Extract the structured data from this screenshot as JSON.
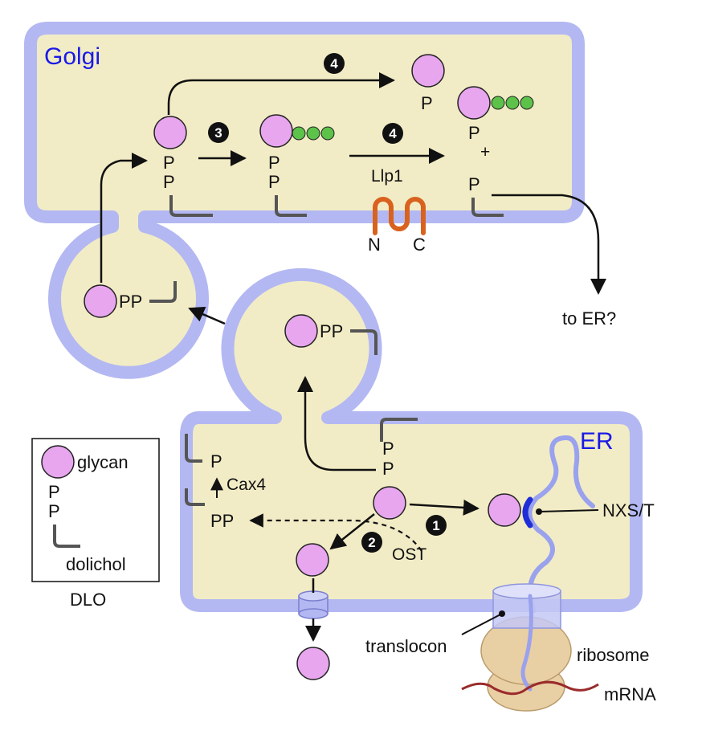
{
  "compartments": {
    "golgi_label": "Golgi",
    "er_label": "ER"
  },
  "phospho": {
    "p": "P",
    "pp": "PP",
    "plus": "+"
  },
  "labels": {
    "llp1": "Llp1",
    "n_term": "N",
    "c_term": "C",
    "to_er": "to ER?",
    "cax4": "Cax4",
    "ost": "OST",
    "nxst": "NXS/T",
    "translocon": "translocon",
    "ribosome": "ribosome",
    "mrna": "mRNA"
  },
  "steps": [
    "1",
    "2",
    "3",
    "4"
  ],
  "legend": {
    "glycan": "glycan",
    "dolichol": "dolichol",
    "title": "DLO"
  },
  "colors": {
    "membrane": "#b3b8f2",
    "lumen": "#f2ecc6",
    "glycan": "#e7a6ee",
    "green_sugar": "#5cc24a",
    "llp1_protein": "#d9621e",
    "translocon_blue": "#1f2ed6",
    "ribosome": "#e9cfa4",
    "mrna": "#9b2b2b",
    "dolichol": "#555555",
    "title_blue": "#1a1ae6"
  },
  "icons": {
    "step_marker": "black-circle-number",
    "glycan": "pink-circle",
    "dolichol": "gray-hook"
  }
}
